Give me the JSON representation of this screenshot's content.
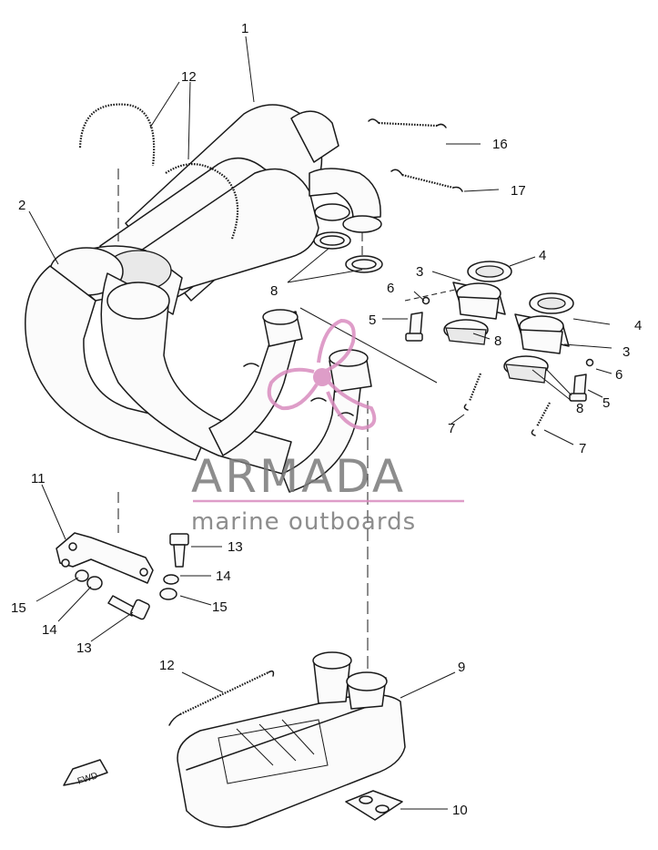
{
  "callouts": [
    {
      "id": "c1",
      "text": "1"
    },
    {
      "id": "c2",
      "text": "2"
    },
    {
      "id": "c3a",
      "text": "3"
    },
    {
      "id": "c3b",
      "text": "3"
    },
    {
      "id": "c4a",
      "text": "4"
    },
    {
      "id": "c4b",
      "text": "4"
    },
    {
      "id": "c5a",
      "text": "5"
    },
    {
      "id": "c5b",
      "text": "5"
    },
    {
      "id": "c6a",
      "text": "6"
    },
    {
      "id": "c6b",
      "text": "6"
    },
    {
      "id": "c7a",
      "text": "7"
    },
    {
      "id": "c7b",
      "text": "7"
    },
    {
      "id": "c8a",
      "text": "8"
    },
    {
      "id": "c8b",
      "text": "8"
    },
    {
      "id": "c8c",
      "text": "8"
    },
    {
      "id": "c9",
      "text": "9"
    },
    {
      "id": "c10",
      "text": "10"
    },
    {
      "id": "c11",
      "text": "11"
    },
    {
      "id": "c12a",
      "text": "12"
    },
    {
      "id": "c12b",
      "text": "12"
    },
    {
      "id": "c13a",
      "text": "13"
    },
    {
      "id": "c13b",
      "text": "13"
    },
    {
      "id": "c14a",
      "text": "14"
    },
    {
      "id": "c14b",
      "text": "14"
    },
    {
      "id": "c15a",
      "text": "15"
    },
    {
      "id": "c15b",
      "text": "15"
    },
    {
      "id": "c16",
      "text": "16"
    },
    {
      "id": "c17",
      "text": "17"
    }
  ],
  "direction_marker": "FWD",
  "watermark": {
    "brand": "ARMADA",
    "tagline": "marine outboards",
    "color": "#d98cbf"
  },
  "colors": {
    "line": "#1a1a1a",
    "background": "#ffffff"
  }
}
